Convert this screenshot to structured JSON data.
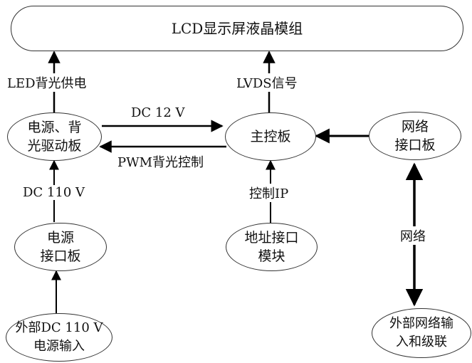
{
  "nodes": {
    "lcd": "LCD显示屏液晶模组",
    "power_backlight": "电源、背\n光驱动板",
    "main_board": "主控板",
    "network_board": "网络\n接口板",
    "power_interface": "电源\n接口板",
    "address_module": "地址接口\n模块",
    "external_power": "外部DC 110 V\n电源输入",
    "external_network": "外部网络输\n入和级联"
  },
  "edges": [
    {
      "from": "power_backlight",
      "to": "lcd",
      "label": "LED背光供电"
    },
    {
      "from": "main_board",
      "to": "lcd",
      "label": "LVDS信号"
    },
    {
      "from": "power_backlight",
      "to": "main_board",
      "label": "DC 12 V"
    },
    {
      "from": "main_board",
      "to": "power_backlight",
      "label": "PWM背光控制"
    },
    {
      "from": "network_board",
      "to": "main_board",
      "label": ""
    },
    {
      "from": "power_interface",
      "to": "power_backlight",
      "label": "DC 110 V"
    },
    {
      "from": "address_module",
      "to": "main_board",
      "label": "控制IP"
    },
    {
      "from": "external_power",
      "to": "power_interface",
      "label": ""
    },
    {
      "from": "network_board",
      "to": "external_network",
      "label": "网络",
      "bidirectional": true
    }
  ]
}
